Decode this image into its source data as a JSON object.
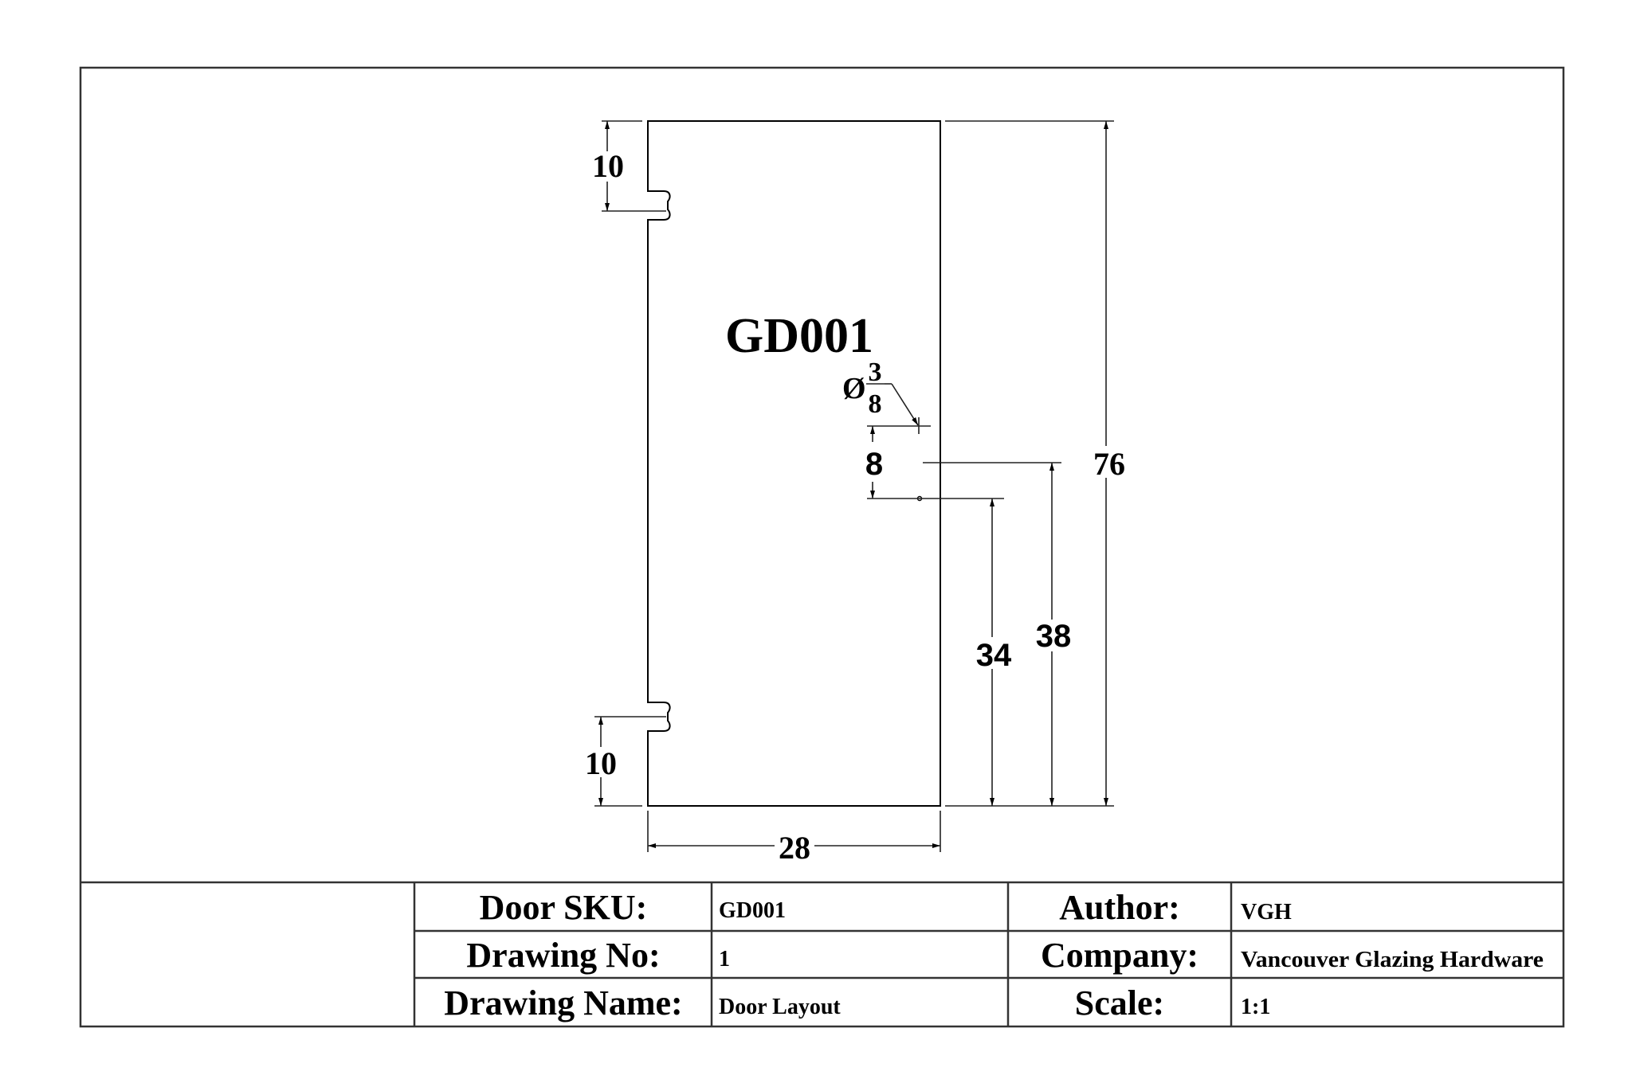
{
  "drawing": {
    "part_label": "GD001",
    "hole_callout": {
      "symbol": "Ø",
      "numerator": "3",
      "denominator": "8"
    },
    "dimensions": {
      "width": "28",
      "height": "76",
      "top_hinge_offset": "10",
      "bottom_hinge_offset": "10",
      "hole_spacing": "8",
      "lower_hole_height": "34",
      "upper_hole_height": "38"
    }
  },
  "title_block": {
    "rows": [
      {
        "label": "Door SKU:",
        "value": "GD001",
        "label2": "Author:",
        "value2": "VGH"
      },
      {
        "label": "Drawing No:",
        "value": "1",
        "label2": "Company:",
        "value2": "Vancouver Glazing Hardware"
      },
      {
        "label": "Drawing Name:",
        "value": "Door Layout",
        "label2": "Scale:",
        "value2": "1:1"
      }
    ]
  }
}
